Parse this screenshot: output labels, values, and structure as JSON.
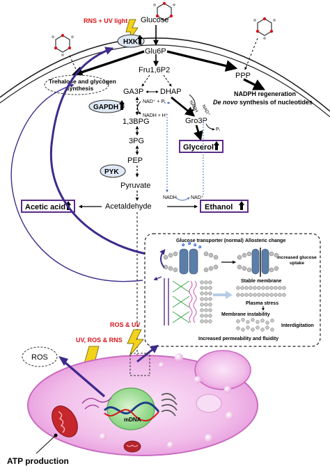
{
  "top": {
    "rns_uv_light": "RNS + UV light",
    "glucose": "Glucose"
  },
  "enzymes": {
    "hxk": "HXK",
    "gapdh": "GAPDH",
    "pyk": "PYK"
  },
  "pathway": {
    "glu6p": "Glu6P",
    "fru16p2": "Fru1,6P2",
    "ga3p": "GA3P",
    "dhap": "DHAP",
    "bpg13": "1,3BPG",
    "pg3": "3PG",
    "pep": "PEP",
    "pyruvate": "Pyruvate",
    "acetaldehyde": "Acetaldehyde",
    "gro3p": "Gro3P",
    "ppp": "PPP"
  },
  "cofactors": {
    "nad_pi": "NAD⁺ + Pᵢ",
    "nadh_h": "NADH + H⁺",
    "nadh_side": "NADH",
    "nad_side": "NAD⁺",
    "pi": "Pᵢ",
    "nadh_bottom": "NADH",
    "nad_bottom": "NAD⁺"
  },
  "products": {
    "acetic_acid": "Acetic acid",
    "ethanol": "Ethanol",
    "glycerol": "Glycerol"
  },
  "notes": {
    "trehalose_line1": "Trehalose and glycogen",
    "trehalose_line2": "synthesis",
    "nadph": "NADPH regeneration",
    "denovo_italic": "De novo",
    "denovo_rest": " synthesis of nucleotides"
  },
  "inset": {
    "transporter_normal": "Glucose transporter (normal)",
    "allosteric_change": "Allosteric change",
    "increased_uptake_line1": "Increased glucose",
    "increased_uptake_line2": "uptake",
    "stable_membrane": "Stable membrane",
    "plasma_stress": "Plasma stress",
    "membrane_instability": "Membrane instability",
    "interdigitation": "Interdigitation",
    "permeability": "Increased permeability and fluidity"
  },
  "cell": {
    "ros_uv": "ROS & UV",
    "uv_ros_rns": "UV, ROS & RNS",
    "ros": "ROS",
    "mdna": "mDNA",
    "atp_production": "ATP production"
  },
  "colors": {
    "red_label": "#d8141b",
    "purple_box": "#5b2a86",
    "enzyme_fill": "#dfe9f5",
    "arrow_purple": "#3f2a8c",
    "cell_pink": "#f3c6ee",
    "mito_red": "#b3262c"
  }
}
